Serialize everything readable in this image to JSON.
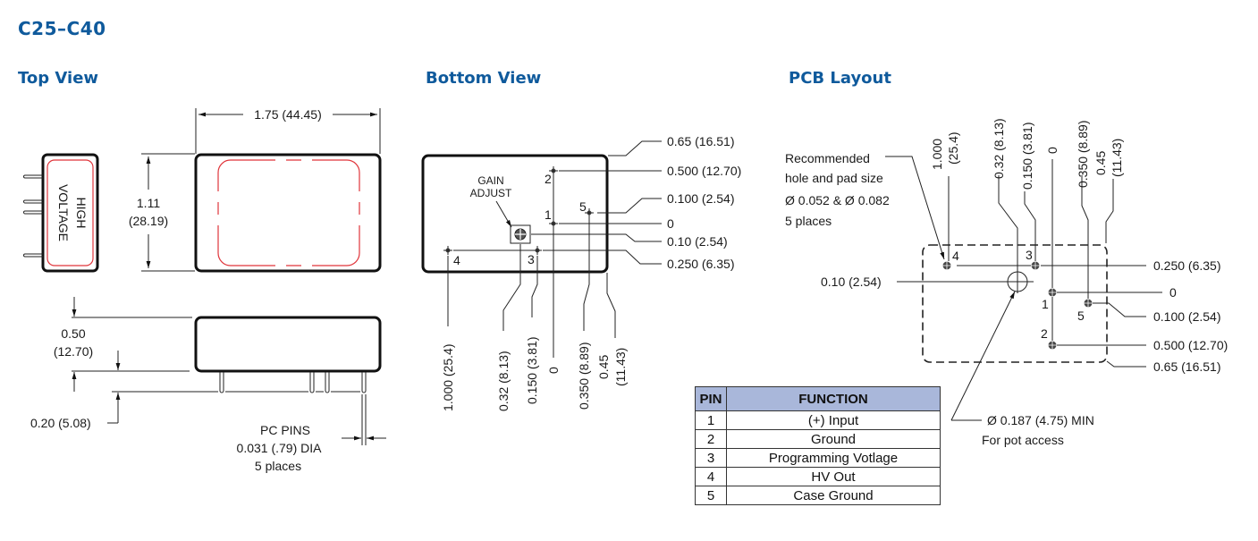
{
  "title": "C25–C40",
  "sections": {
    "top_view": "Top View",
    "bottom_view": "Bottom View",
    "pcb_layout": "PCB Layout"
  },
  "top_view": {
    "width_dim": "1.75 (44.45)",
    "height_dim_in": "1.11",
    "height_dim_mm": "(28.19)",
    "side_label_line1": "HIGH",
    "side_label_line2": "VOLTAGE",
    "body_height_in": "0.50",
    "body_height_mm": "(12.70)",
    "pin_length": "0.20 (5.08)",
    "pin_note_line1": "PC PINS",
    "pin_note_line2": "0.031 (.79) DIA",
    "pin_note_line3": "5 places"
  },
  "bottom_view": {
    "gain_line1": "GAIN",
    "gain_line2": "ADJUST",
    "pins": [
      "1",
      "2",
      "3",
      "4",
      "5"
    ],
    "right_dims": [
      "0.65 (16.51)",
      "0.500 (12.70)",
      "0.100 (2.54)",
      "0",
      "0.10 (2.54)",
      "0.250 (6.35)"
    ],
    "bottom_dims": [
      "1.000 (25.4)",
      "0.32 (8.13)",
      "0.150 (3.81)",
      "0",
      "0.350 (8.89)",
      "0.45",
      "(11.43)"
    ]
  },
  "pcb_layout": {
    "note_line1": "Recommended",
    "note_line2": "hole and pad size",
    "note_line3": "Ø 0.052 & Ø 0.082",
    "note_line4": "5 places",
    "top_dims": [
      "1.000",
      "(25.4)",
      "0.32 (8.13)",
      "0.150 (3.81)",
      "0",
      "0.350 (8.89)",
      "0.45",
      "(11.43)"
    ],
    "left_dim": "0.10 (2.54)",
    "right_dims": [
      "0.250 (6.35)",
      "0",
      "0.100 (2.54)",
      "0.500 (12.70)",
      "0.65 (16.51)"
    ],
    "pins": [
      "1",
      "2",
      "3",
      "4",
      "5"
    ],
    "pot_note_line1": "Ø 0.187 (4.75) MIN",
    "pot_note_line2": "For pot access"
  },
  "pin_table": {
    "headers": [
      "PIN",
      "FUNCTION"
    ],
    "rows": [
      {
        "pin": "1",
        "function": "(+) Input"
      },
      {
        "pin": "2",
        "function": "Ground"
      },
      {
        "pin": "3",
        "function": "Programming Votlage"
      },
      {
        "pin": "4",
        "function": "HV Out"
      },
      {
        "pin": "5",
        "function": "Case Ground"
      }
    ]
  }
}
